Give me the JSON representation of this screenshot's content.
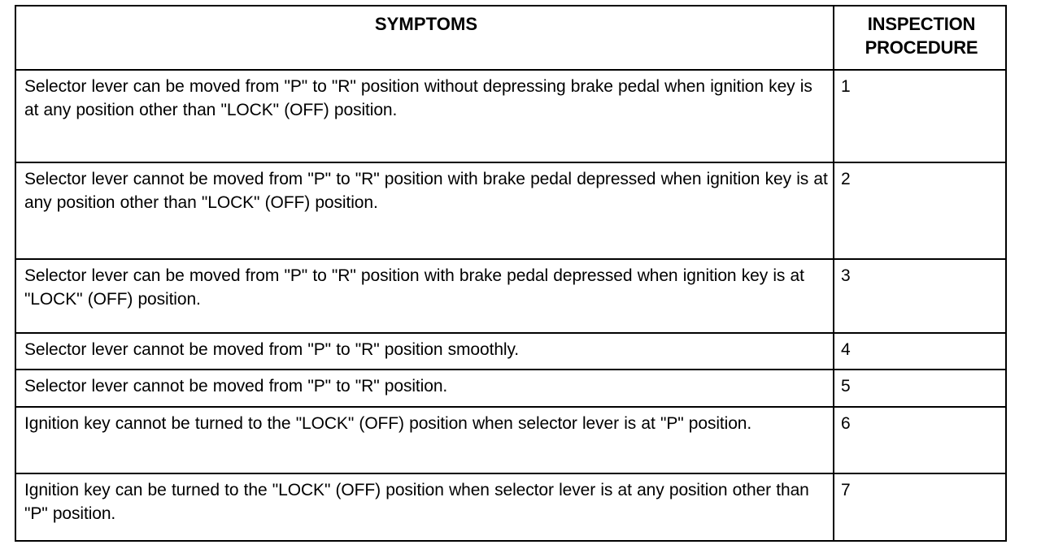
{
  "document": {
    "type": "scanned-service-manual-table",
    "ink_color": "#000000",
    "paper_color": "#ffffff"
  },
  "table": {
    "headers": [
      {
        "label": "SYMPTOMS",
        "name": "symptoms"
      },
      {
        "label": "INSPECTION PROCEDURE",
        "name": "inspection-procedure"
      }
    ],
    "rows": [
      {
        "symptom": "Selector lever can be moved from \"P\" to \"R\" position without depressing brake pedal when ignition key is at any position other than \"LOCK\" (OFF) position.",
        "procedure": "1"
      },
      {
        "symptom": "Selector lever cannot be moved from \"P\" to \"R\" position with brake pedal depressed when ignition key is at any position other than \"LOCK\" (OFF) position.",
        "procedure": "2"
      },
      {
        "symptom": "Selector lever can be moved from \"P\" to \"R\" position with brake pedal depressed when ignition key is at \"LOCK\" (OFF) position.",
        "procedure": "3"
      },
      {
        "symptom": "Selector lever cannot be moved from \"P\" to \"R\" position smoothly.",
        "procedure": "4"
      },
      {
        "symptom": "Selector lever cannot be moved from \"P\" to \"R\" position.",
        "procedure": "5"
      },
      {
        "symptom": "Ignition key cannot be turned to the \"LOCK\" (OFF) position when selector lever is at \"P\" position.",
        "procedure": "6"
      },
      {
        "symptom": "Ignition key can be turned to the \"LOCK\" (OFF) position when selector lever is at any position other than \"P\" position.",
        "procedure": "7"
      }
    ]
  }
}
